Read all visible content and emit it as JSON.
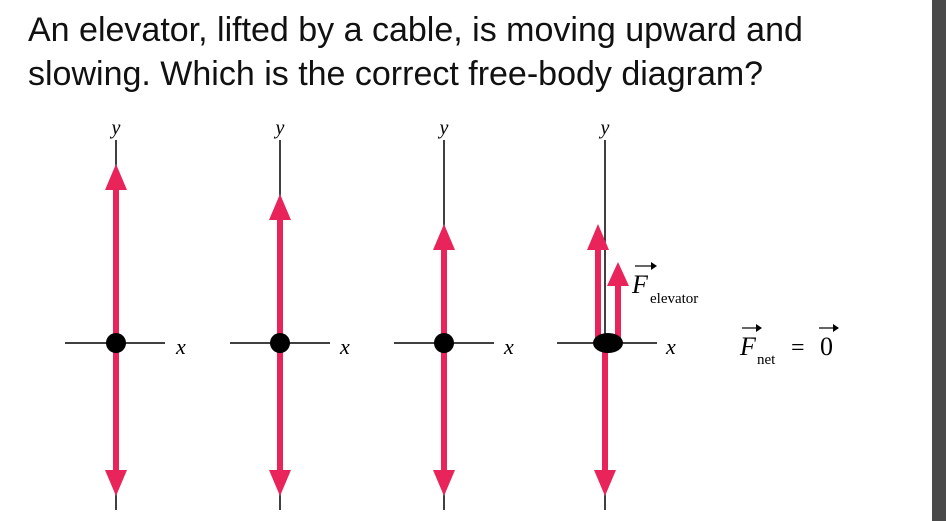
{
  "question": "An elevator, lifted by a cable, is moving upward and slowing. Which is the correct free-body diagram?",
  "diagrams": [
    {
      "y_label": "y",
      "x_label": "x"
    },
    {
      "y_label": "y",
      "x_label": "x"
    },
    {
      "y_label": "y",
      "x_label": "x"
    },
    {
      "y_label": "y",
      "x_label": "x"
    }
  ],
  "force_label": {
    "symbol": "F",
    "subscript": "elevator"
  },
  "net_force": {
    "symbol": "F",
    "subscript": "net",
    "equals": "=",
    "value": "0"
  },
  "colors": {
    "arrow": "#e8245a",
    "axis": "#000000",
    "side_bar": "#4a4a4a"
  }
}
